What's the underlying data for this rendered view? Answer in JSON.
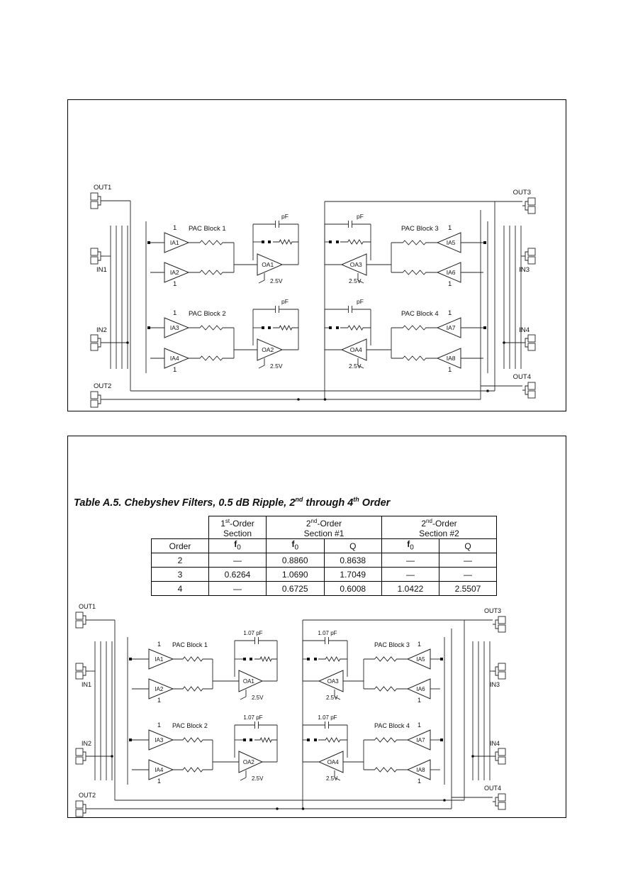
{
  "figure1": {
    "out_labels": [
      "OUT1",
      "OUT2",
      "OUT3",
      "OUT4"
    ],
    "in_labels": [
      "IN1",
      "IN2",
      "IN3",
      "IN4"
    ],
    "blocks": [
      "PAC Block 1",
      "PAC Block 2",
      "PAC Block 3",
      "PAC Block 4"
    ],
    "cap_label": "pF",
    "ia_labels": [
      "IA1",
      "IA2",
      "IA3",
      "IA4",
      "IA5",
      "IA6",
      "IA7",
      "IA8"
    ],
    "oa_labels": [
      "OA1",
      "OA2",
      "OA3",
      "OA4"
    ],
    "vref": "2.5V",
    "gain": "1"
  },
  "figure2": {
    "out_labels": [
      "OUT1",
      "OUT2",
      "OUT3",
      "OUT4"
    ],
    "in_labels": [
      "IN1",
      "IN2",
      "IN3",
      "IN4"
    ],
    "blocks": [
      "PAC Block 1",
      "PAC Block 2",
      "PAC Block 3",
      "PAC Block 4"
    ],
    "cap_label": "1.07 pF",
    "ia_labels": [
      "IA1",
      "IA2",
      "IA3",
      "IA4",
      "IA5",
      "IA6",
      "IA7",
      "IA8"
    ],
    "oa_labels": [
      "OA1",
      "OA2",
      "OA3",
      "OA4"
    ],
    "vref": "2.5V",
    "gain": "1"
  },
  "table": {
    "caption_pre": "Table A.5. Chebyshev Filters, 0.5 dB Ripple, 2",
    "caption_sup1": "nd",
    "caption_mid": " through 4",
    "caption_sup2": "th",
    "caption_post": " Order",
    "group1_a": "1",
    "group1_sup": "st",
    "group1_b": "-Order",
    "group1_c": "Section",
    "group2_a": "2",
    "group2_sup": "nd",
    "group2_b": "-Order",
    "group2_c": "Section #1",
    "group3_a": "2",
    "group3_sup": "nd",
    "group3_b": "-Order",
    "group3_c": "Section #2",
    "col_order": "Order",
    "col_f": "f",
    "col_f_sub": "0",
    "col_q": "Q",
    "rows": [
      [
        "2",
        "—",
        "0.8860",
        "0.8638",
        "—",
        "—"
      ],
      [
        "3",
        "0.6264",
        "1.0690",
        "1.7049",
        "—",
        "—"
      ],
      [
        "4",
        "—",
        "0.6725",
        "0.6008",
        "1.0422",
        "2.5507"
      ]
    ]
  }
}
